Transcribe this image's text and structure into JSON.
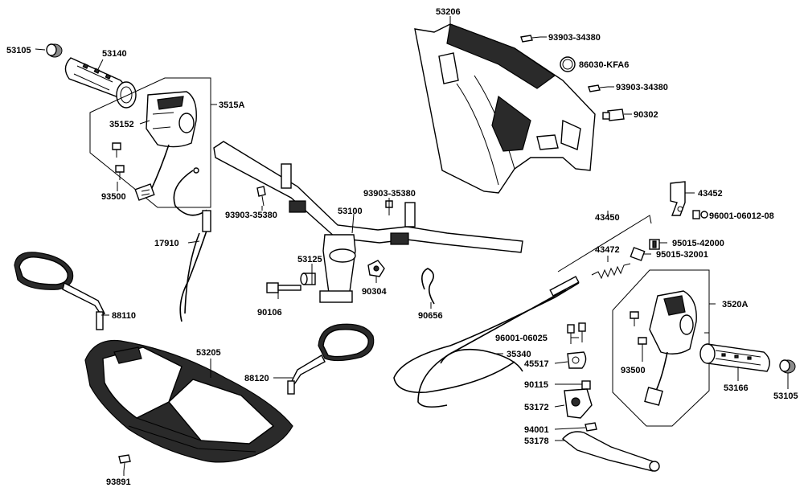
{
  "labels": {
    "p53105_left": "53105",
    "p53140": "53140",
    "p3515A": "3515A",
    "p35152": "35152",
    "p93500_left": "93500",
    "p17910": "17910",
    "p88110": "88110",
    "p53205": "53205",
    "p88120": "88120",
    "p93891": "93891",
    "p90106": "90106",
    "p53125": "53125",
    "p90304": "90304",
    "p90656": "90656",
    "p93903_35380_a": "93903-35380",
    "p93903_35380_b": "93903-35380",
    "p53100": "53100",
    "p53206": "53206",
    "p93903_34380_a": "93903-34380",
    "p86030": "86030-KFA6",
    "p93903_34380_b": "93903-34380",
    "p90302": "90302",
    "p43452": "43452",
    "p96001_06012": "96001-06012-08",
    "p43450": "43450",
    "p43472": "43472",
    "p95015_42000": "95015-42000",
    "p95015_32001": "95015-32001",
    "p3520A": "3520A",
    "p93500_right": "93500",
    "p53166": "53166",
    "p53105_right": "53105",
    "p96001_06025": "96001-06025",
    "p35340": "35340",
    "p45517": "45517",
    "p90115": "90115",
    "p53172": "53172",
    "p94001": "94001",
    "p53178": "53178"
  }
}
